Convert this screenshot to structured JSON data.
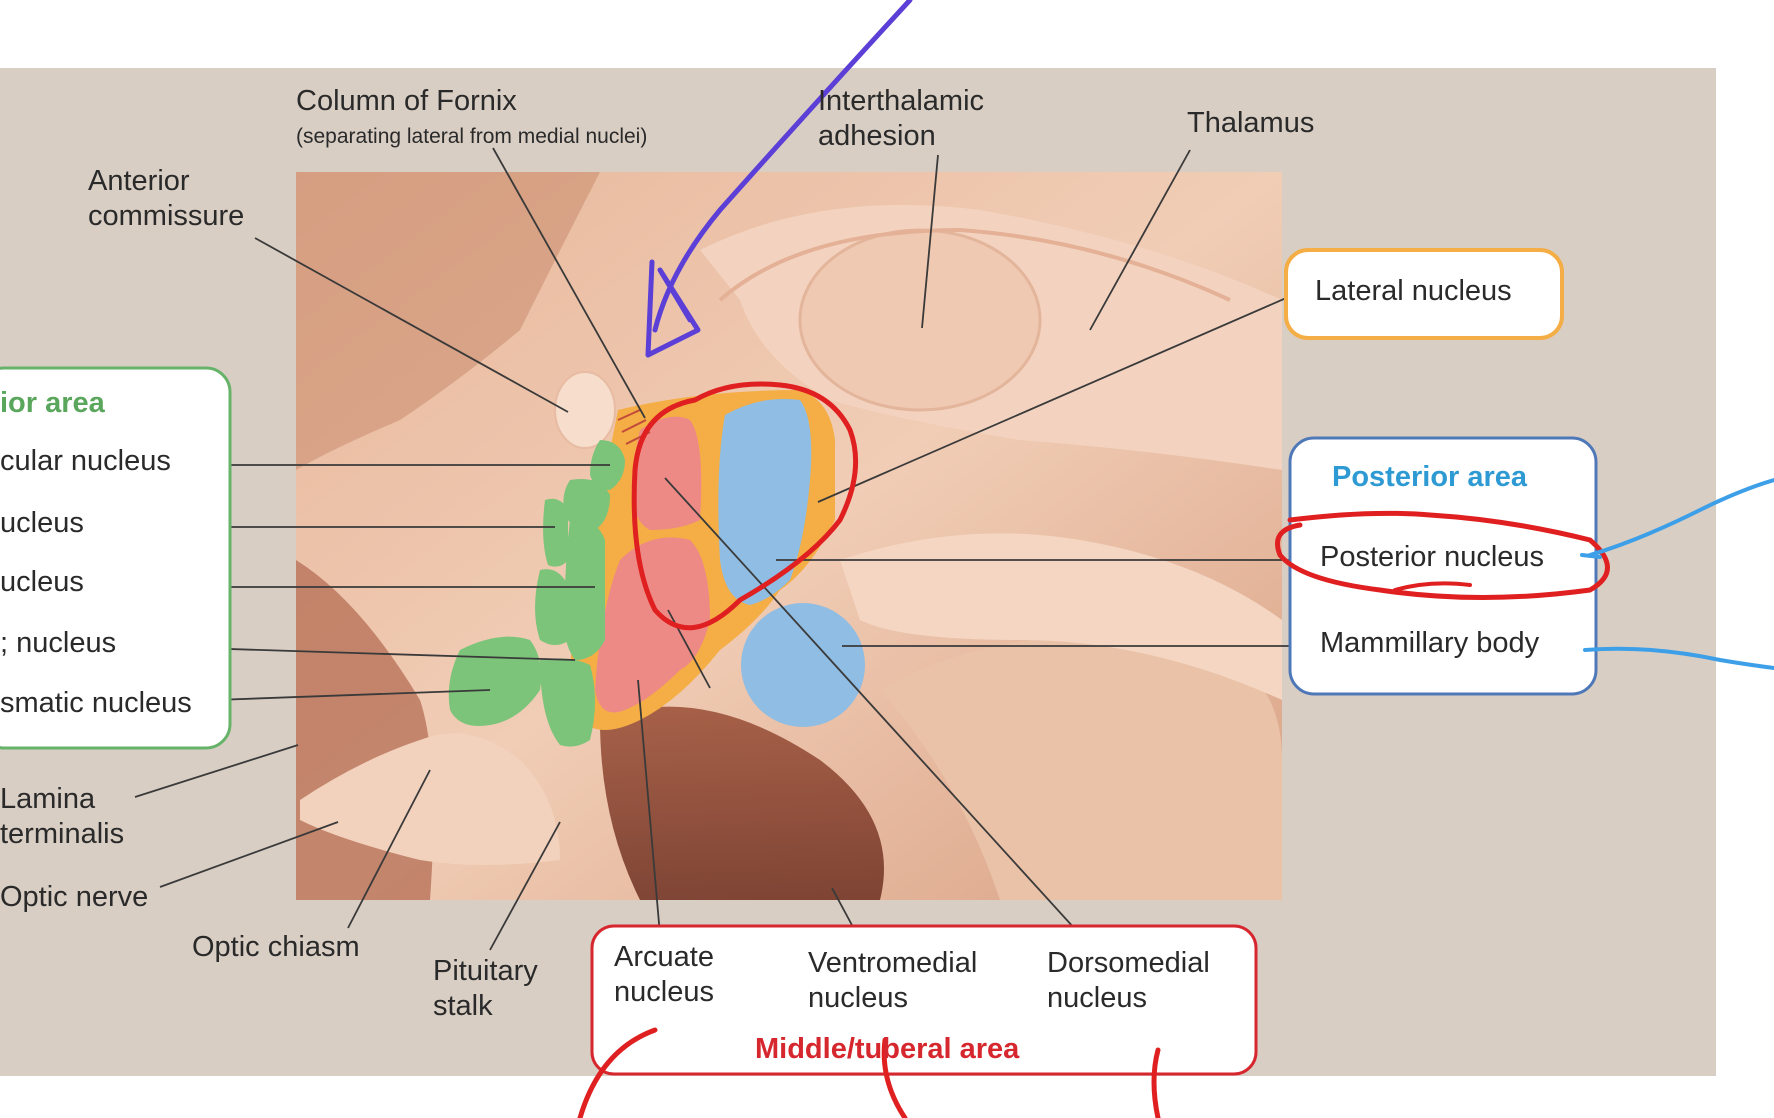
{
  "labels": {
    "column_of_fornix": "Column of Fornix",
    "column_of_fornix_note": "(separating lateral from medial nuclei)",
    "anterior_commissure": "Anterior\ncommissure",
    "interthalamic_adhesion": "Interthalamic\nadhesion",
    "thalamus": "Thalamus",
    "lateral_nucleus": "Lateral nucleus",
    "lamina_terminalis": "Lamina\nterminalis",
    "optic_nerve": "Optic nerve",
    "optic_chiasm": "Optic chiasm",
    "pituitary_stalk": "Pituitary\nstalk"
  },
  "anterior_box": {
    "title": "ior area",
    "items": [
      "cular nucleus",
      "ucleus",
      "ucleus",
      "; nucleus",
      "smatic nucleus"
    ]
  },
  "posterior_box": {
    "title": "Posterior area",
    "items": [
      "Posterior nucleus",
      "Mammillary body"
    ]
  },
  "middle_box": {
    "title": "Middle/tuberal area",
    "items": [
      "Arcuate\nnucleus",
      "Ventromedial\nnucleus",
      "Dorsomedial\nnucleus"
    ]
  },
  "colors": {
    "background_panel": "#d9cec4",
    "anterior_green": "#7cc47a",
    "anterior_border": "#67b36a",
    "middle_red": "#d6262e",
    "middle_pink": "#ee8a86",
    "posterior_blue": "#8fbde3",
    "posterior_border": "#4f78b8",
    "posterior_title": "#2e9ad3",
    "lateral_orange": "#f4ae45",
    "annotation_purple": "#5b3fd6",
    "annotation_red": "#e02020",
    "annotation_blue": "#3d9fe8"
  }
}
